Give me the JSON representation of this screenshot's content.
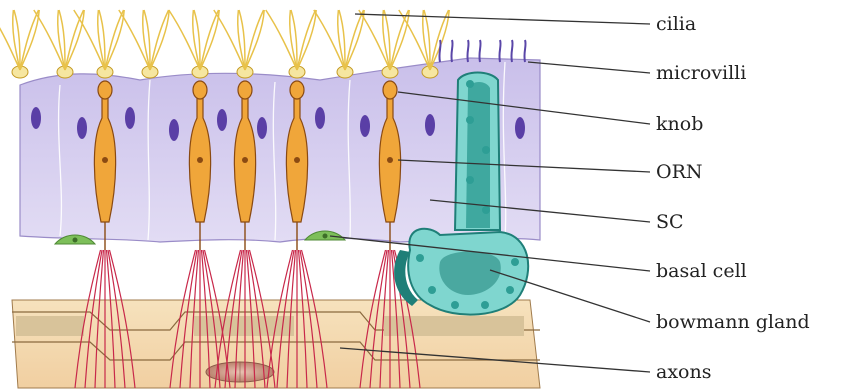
{
  "labels": {
    "cilia": "cilia",
    "microvilli": "microvilli",
    "knob": "knob",
    "orn": "ORN",
    "sc": "SC",
    "basal_cell": "basal cell",
    "bowmann_gland": "bowmann gland",
    "axons": "axons"
  },
  "colors": {
    "supporting_cell": "#cfc6ec",
    "supporting_cell_dark": "#b7abe0",
    "nucleus": "#5a3fa6",
    "orn_body": "#f0a63a",
    "orn_outline": "#8a4a12",
    "cilia": "#e8c24a",
    "axon": "#c8284a",
    "gland": "#3fbcb0",
    "gland_dark": "#1f7f78",
    "basal_cell": "#7dbf5a",
    "lamina": "#f3d9ae",
    "lamina_texture": "#6b5a3a",
    "vessel": "#c98f7a",
    "label_text": "#222222"
  }
}
